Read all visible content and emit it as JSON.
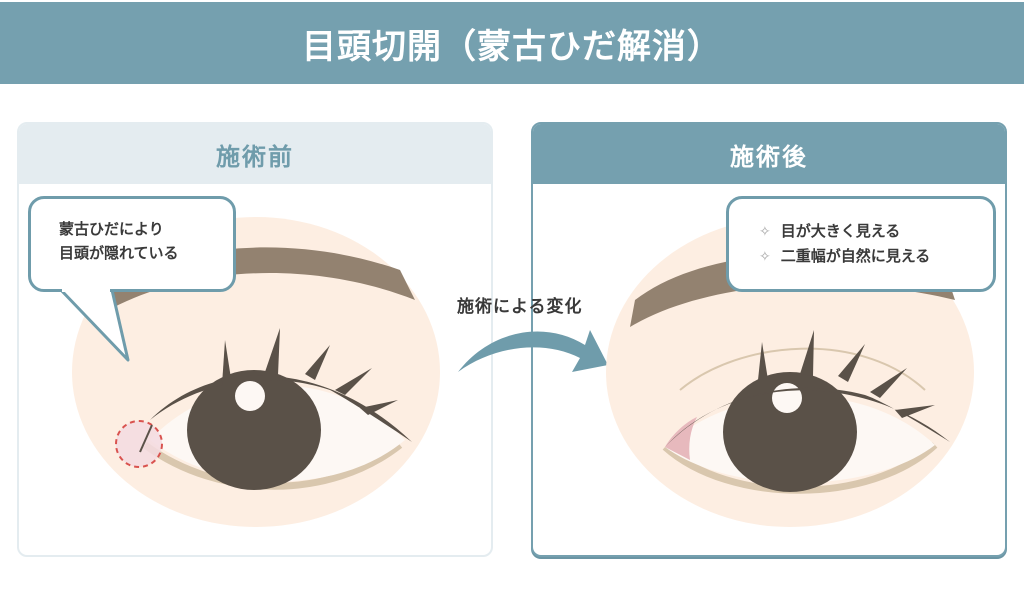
{
  "header": {
    "title": "目頭切開（蒙古ひだ解消）"
  },
  "panels": {
    "before": {
      "label": "施術前",
      "callout": {
        "lines": [
          "蒙古ひだにより",
          "目頭が隠れている"
        ]
      }
    },
    "after": {
      "label": "施術後",
      "callout": {
        "items": [
          {
            "icon": "sparkle-icon",
            "glyph": "✧",
            "text": "目が大きく見える"
          },
          {
            "icon": "sparkle-icon",
            "glyph": "✧",
            "text": "二重幅が自然に見える"
          }
        ]
      }
    }
  },
  "transition": {
    "label": "施術による変化",
    "icon": "curved-arrow-right-icon"
  },
  "colors": {
    "accent": "#75a0af",
    "header_light": "#e4ecf0",
    "skin": "#fdeee2",
    "brow": "#938270",
    "pupil": "#5a5148",
    "lid_line": "#d9c7ae",
    "highlight_circle": "#d9534f"
  }
}
